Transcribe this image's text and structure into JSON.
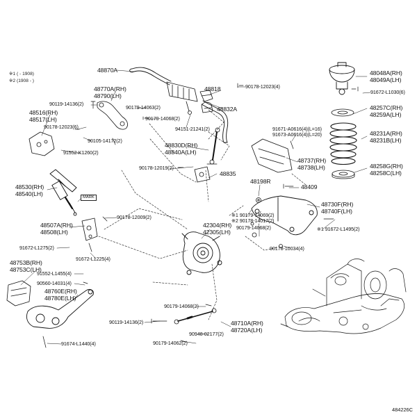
{
  "notes": [
    "※1 (      - 1908)",
    "※2 (1908 -      )"
  ],
  "diagram_id": "484226C",
  "mark_label": "MARK",
  "labels": {
    "p48870A": [
      "48870A"
    ],
    "p48818": [
      "48818"
    ],
    "p90178_12023_4": [
      "90178-12023(4)"
    ],
    "p48832A": [
      "48832A"
    ],
    "p48770A": [
      "48770A(RH)",
      "48790(LH)"
    ],
    "p90119_14136_a": [
      "90119-14136(2)"
    ],
    "p90179_14063": [
      "90179-14063(2)"
    ],
    "p90179_14068_a": [
      "90179-14068(2)"
    ],
    "p94151": [
      "94151-21241(2)"
    ],
    "p48516": [
      "48516(RH)",
      "48517(LH)"
    ],
    "p90178_12023_6": [
      "90178-12023(6)"
    ],
    "p90105": [
      "90105-14172(2)"
    ],
    "p91552_K1260": [
      "91552-K1260(2)"
    ],
    "p48830D": [
      "48830D(RH)",
      "48840A(LH)"
    ],
    "p90178_12019": [
      "90178-12019(2)"
    ],
    "p48835": [
      "48835"
    ],
    "p48048A": [
      "48048A(RH)",
      "48049A(LH)"
    ],
    "p91672_L1030": [
      "91672-L1030(6)"
    ],
    "p48257C": [
      "48257C(RH)",
      "48259A(LH)"
    ],
    "p91671": [
      "91671-A0616(4)(L=16)",
      "91673-A0616(4)(L=20)"
    ],
    "p48231A": [
      "48231A(RH)",
      "48231B(LH)"
    ],
    "p48737": [
      "48737(RH)",
      "48738(LH)"
    ],
    "p48258G": [
      "48258G(RH)",
      "48258C(LH)"
    ],
    "p48198R": [
      "48198R"
    ],
    "p48409": [
      "48409"
    ],
    "p48530": [
      "48530(RH)",
      "48540(LH)"
    ],
    "p48730F": [
      "48730F(RH)",
      "48740F(LH)"
    ],
    "p90179_14069": [
      "※1 90179-14069(2)",
      "※2 90178-14017(2)"
    ],
    "p90179_14068_b": [
      "90179-14068(2)"
    ],
    "p91672_L1495": [
      "※1 91672-L1495(2)"
    ],
    "p90178_10034": [
      "90178-10034(4)"
    ],
    "p90178_12009": [
      "90178-12009(2)"
    ],
    "p48507A": [
      "48507A(RH)",
      "48508(LH)"
    ],
    "p42304": [
      "42304(RH)",
      "42305(LH)"
    ],
    "p91672_L1275": [
      "91672-L1275(2)"
    ],
    "p91672_L1225": [
      "91672-L1225(4)"
    ],
    "p48753B": [
      "48753B(RH)",
      "48753C(LH)"
    ],
    "p91552_L1455": [
      "91552-L1455(4)"
    ],
    "p90560": [
      "90560-14031(4)"
    ],
    "p48760E": [
      "48760E(RH)",
      "48780E(LH)"
    ],
    "p90179_14068_c": [
      "90179-14068(2)"
    ],
    "p90119_14136_b": [
      "90119-14136(2)"
    ],
    "p48710A": [
      "48710A(RH)",
      "48720A(LH)"
    ],
    "p90948": [
      "90948-02177(2)"
    ],
    "p91674": [
      "91674-L1440(4)"
    ],
    "p90179_14062": [
      "90179-14062(2)"
    ]
  }
}
